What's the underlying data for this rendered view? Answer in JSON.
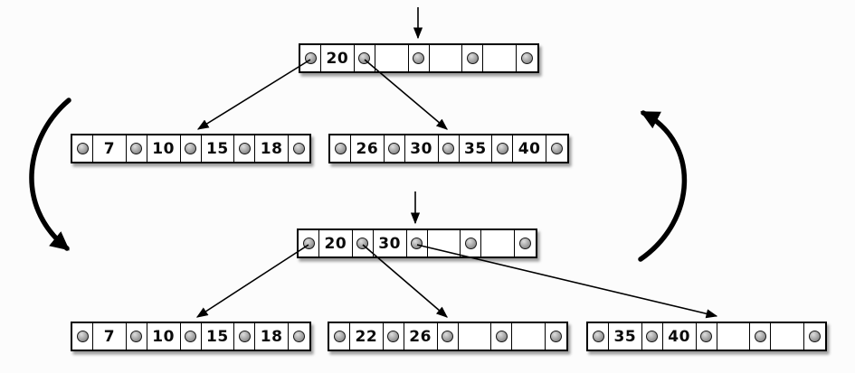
{
  "colors": {
    "background": "#fcfcfc",
    "node_fill": "#ffffff",
    "node_border": "#000000",
    "pointer_dot": "#9a9a9a",
    "arrow": "#000000"
  },
  "before": {
    "root": {
      "keys": [
        "20",
        "",
        "",
        ""
      ]
    },
    "children": {
      "left": {
        "keys": [
          "7",
          "10",
          "15",
          "18"
        ]
      },
      "right": {
        "keys": [
          "26",
          "30",
          "35",
          "40"
        ]
      }
    }
  },
  "after": {
    "root": {
      "keys": [
        "20",
        "30",
        "",
        ""
      ]
    },
    "children": {
      "left": {
        "keys": [
          "7",
          "10",
          "15",
          "18"
        ]
      },
      "middle": {
        "keys": [
          "22",
          "26",
          "",
          ""
        ]
      },
      "right": {
        "keys": [
          "35",
          "40",
          "",
          ""
        ]
      }
    }
  },
  "icons": {
    "insert_cursor": "down-arrow",
    "child_link": "diagonal-arrow",
    "cycle_left": "curved-arrow-down",
    "cycle_right": "curved-arrow-up"
  }
}
